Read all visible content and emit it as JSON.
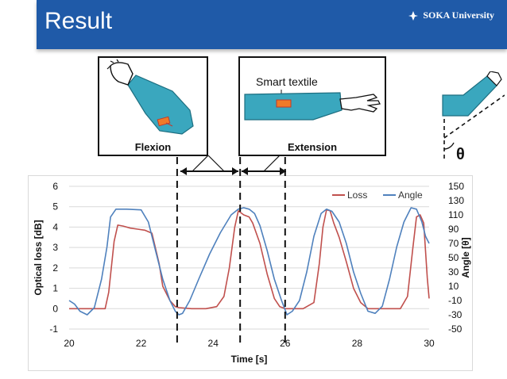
{
  "slide": {
    "title": "Result",
    "logo_text": "SOKA University",
    "accent": "#1f5aa8"
  },
  "illustrations": {
    "flexion_label": "Flexion",
    "extension_label": "Extension",
    "textile_label": "Smart textile",
    "angle_symbol": "θ",
    "sleeve_color": "#3aa7be",
    "sensor_color": "#f07a28"
  },
  "chart_data": {
    "type": "line",
    "xlabel": "Time [s]",
    "ylabel": "Optical loss [dB]",
    "y2label": "Angle [θ]",
    "xlim": [
      20,
      30
    ],
    "ylim": [
      -1,
      6
    ],
    "y2lim": [
      -50,
      150
    ],
    "xticks": [
      "20",
      "22",
      "24",
      "26",
      "28",
      "30"
    ],
    "yticks": [
      "-1",
      "0",
      "1",
      "2",
      "3",
      "4",
      "5",
      "6"
    ],
    "y2ticks": [
      "-50",
      "-30",
      "-10",
      "10",
      "30",
      "50",
      "70",
      "90",
      "110",
      "130",
      "150"
    ],
    "grid": true,
    "legend_position": "top-right",
    "markers_x": [
      23,
      24.75,
      26
    ],
    "series": [
      {
        "name": "Loss",
        "axis": "left",
        "color": "#c0504d",
        "x": [
          20,
          21,
          21.1,
          21.25,
          21.35,
          21.5,
          21.7,
          21.9,
          22.1,
          22.3,
          22.5,
          22.6,
          22.8,
          22.95,
          23.05,
          23.4,
          23.8,
          24.1,
          24.3,
          24.45,
          24.6,
          24.7,
          24.85,
          25.0,
          25.1,
          25.3,
          25.5,
          25.7,
          25.85,
          26.0,
          26.5,
          26.8,
          26.95,
          27.05,
          27.15,
          27.25,
          27.35,
          27.5,
          27.7,
          27.9,
          28.1,
          28.3,
          28.7,
          29.2,
          29.4,
          29.55,
          29.65,
          29.75,
          29.85,
          29.95,
          30.0
        ],
        "y": [
          0,
          0,
          0.8,
          3.3,
          4.1,
          4.05,
          3.95,
          3.9,
          3.85,
          3.7,
          2.2,
          1.1,
          0.4,
          0.1,
          0.05,
          0,
          0,
          0.1,
          0.6,
          2.0,
          4.0,
          4.8,
          4.6,
          4.5,
          4.2,
          3.2,
          1.7,
          0.5,
          0.1,
          0,
          0,
          0.3,
          2.2,
          4.0,
          4.85,
          4.8,
          4.2,
          3.5,
          2.3,
          1.0,
          0.3,
          0,
          0,
          0,
          0.6,
          3.0,
          4.5,
          4.6,
          4.2,
          1.5,
          0.5
        ]
      },
      {
        "name": "Angle",
        "axis": "right",
        "color": "#4f81bd",
        "x": [
          20,
          20.15,
          20.3,
          20.5,
          20.7,
          20.9,
          21.05,
          21.15,
          21.3,
          21.6,
          22.0,
          22.2,
          22.4,
          22.6,
          22.8,
          22.95,
          23.05,
          23.15,
          23.35,
          23.6,
          23.9,
          24.2,
          24.5,
          24.7,
          24.85,
          25.0,
          25.15,
          25.3,
          25.5,
          25.7,
          25.9,
          26.05,
          26.2,
          26.4,
          26.6,
          26.8,
          27.0,
          27.15,
          27.3,
          27.5,
          27.7,
          27.9,
          28.1,
          28.3,
          28.5,
          28.7,
          28.9,
          29.1,
          29.3,
          29.5,
          29.65,
          29.8,
          29.9,
          30.0
        ],
        "y": [
          -10,
          -15,
          -25,
          -30,
          -20,
          20,
          65,
          107,
          118,
          118,
          117,
          100,
          60,
          20,
          -10,
          -25,
          -30,
          -28,
          -10,
          20,
          55,
          85,
          110,
          118,
          120,
          118,
          112,
          95,
          60,
          20,
          -10,
          -30,
          -25,
          -10,
          30,
          80,
          112,
          118,
          115,
          100,
          70,
          30,
          0,
          -25,
          -28,
          -18,
          20,
          65,
          100,
          120,
          118,
          100,
          80,
          70
        ]
      }
    ]
  }
}
